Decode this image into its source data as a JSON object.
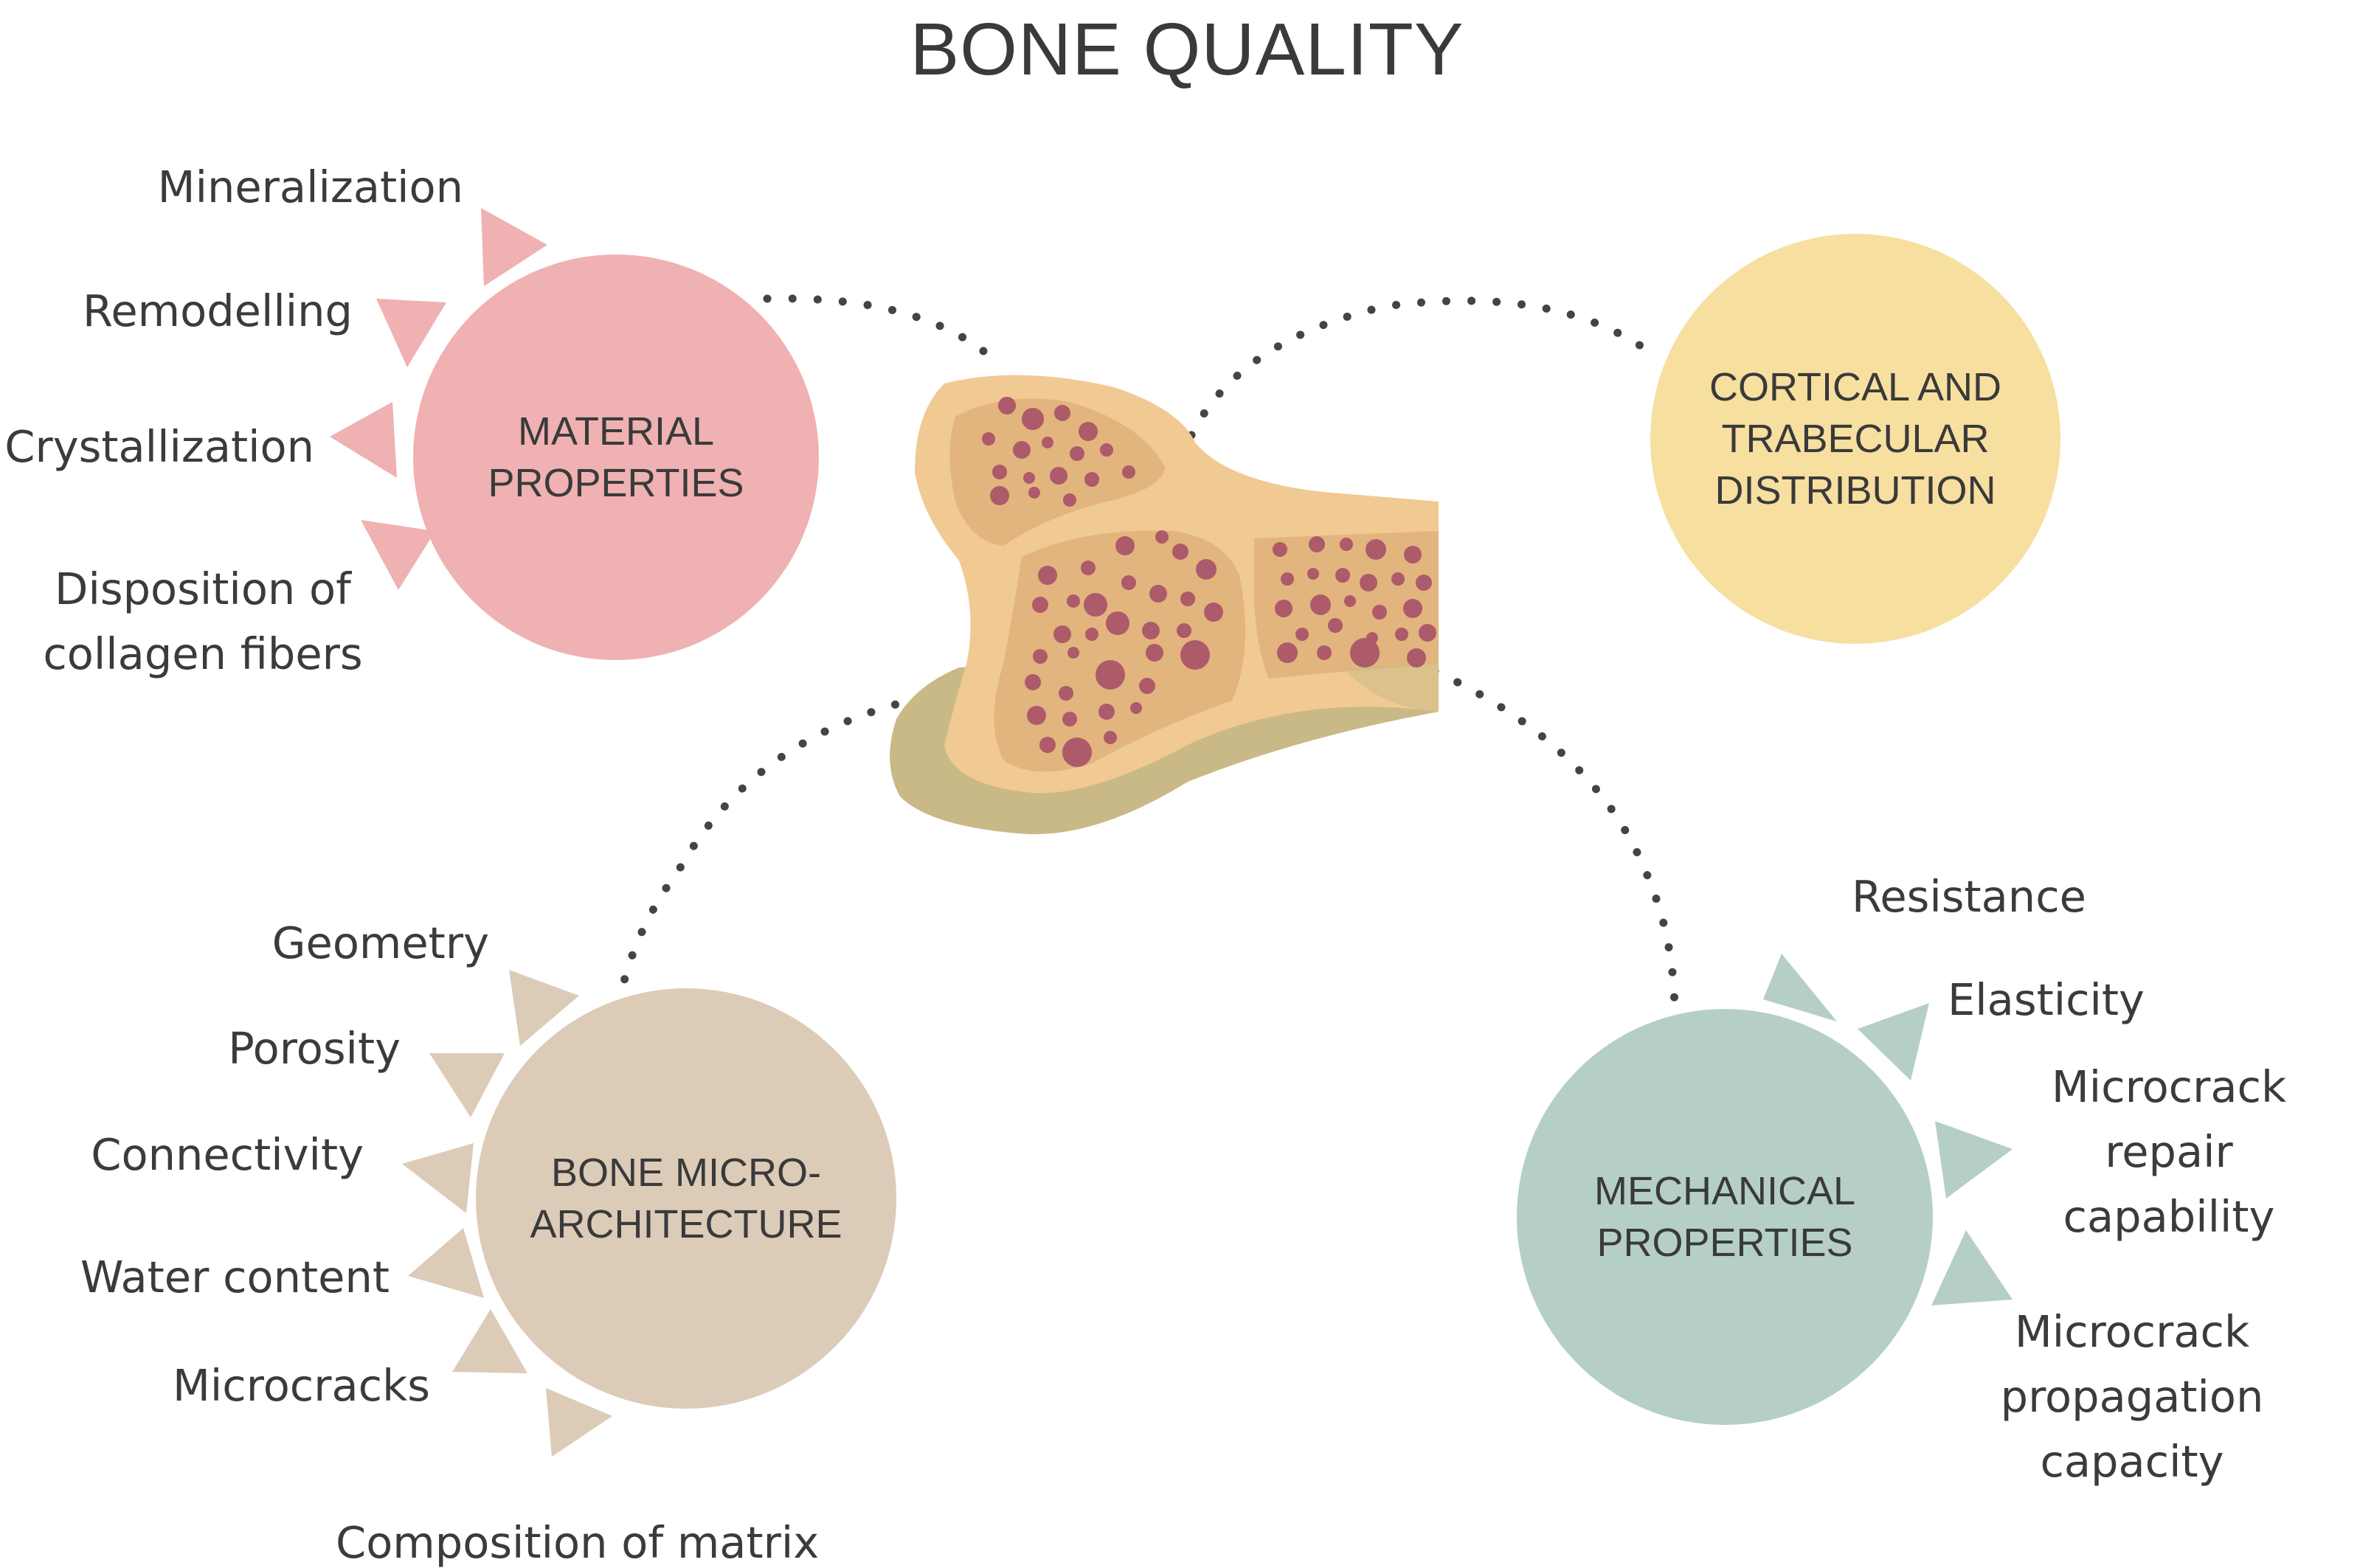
{
  "title": "BONE QUALITY",
  "colors": {
    "material": "#efb1b2",
    "cortical": "#f7dfa0",
    "micro": "#dccbb7",
    "mechanical": "#b5cfc4",
    "bone_outer": "#f1c992",
    "bone_inner": "#e2b47e",
    "bone_shadow": "#c9b987",
    "pore": "#ad5a6a",
    "dots": "#444444"
  },
  "circles": {
    "material": "MATERIAL\nPROPERTIES",
    "cortical": "CORTICAL AND\nTRABECULAR\nDISTRIBUTION",
    "micro": "BONE MICRO-\nARCHITECTURE",
    "mechanical": "MECHANICAL\nPROPERTIES"
  },
  "material_items": [
    "Mineralization",
    "Remodelling",
    "Crystallization",
    "Disposition of\ncollagen fibers"
  ],
  "micro_items": [
    "Geometry",
    "Porosity",
    "Connectivity",
    "Water content",
    "Microcracks",
    "Composition of matrix"
  ],
  "mechanical_items": [
    "Resistance",
    "Elasticity",
    "Microcrack\nrepair\ncapability",
    "Microcrack\npropagation capacity"
  ]
}
